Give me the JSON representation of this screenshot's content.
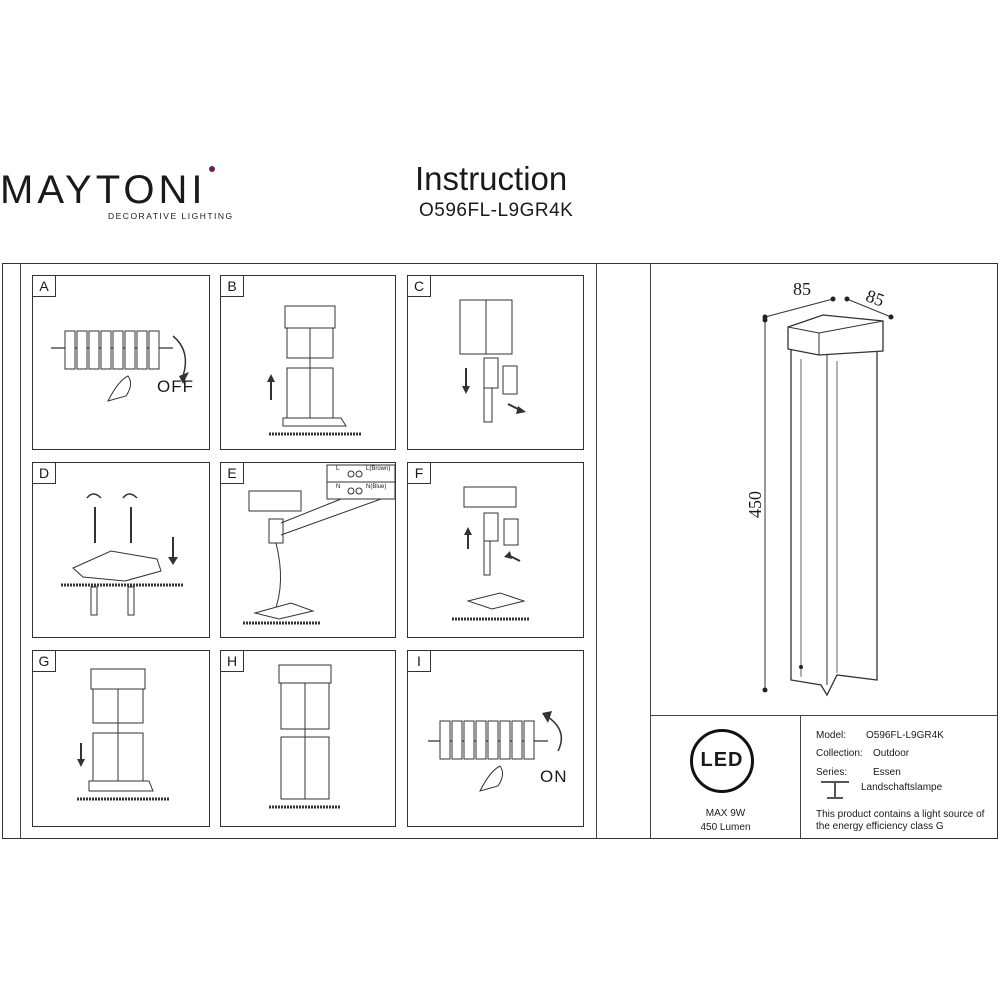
{
  "header": {
    "brand": "MAYTONI",
    "brand_sub": "DECORATIVE LIGHTING",
    "title": "Instruction",
    "model_code": "O596FL-L9GR4K"
  },
  "steps": [
    {
      "label": "A",
      "note": "OFF"
    },
    {
      "label": "B"
    },
    {
      "label": "C"
    },
    {
      "label": "D"
    },
    {
      "label": "E",
      "wire_L": "L",
      "wire_N": "N",
      "wire_L_text": "L(Brown)",
      "wire_N_text": "N(Blue)"
    },
    {
      "label": "F"
    },
    {
      "label": "G"
    },
    {
      "label": "H"
    },
    {
      "label": "I",
      "note": "ON"
    }
  ],
  "dimensions": {
    "width": "85",
    "depth": "85",
    "height": "450"
  },
  "led": {
    "badge": "LED",
    "power": "MAX 9W",
    "lumen": "450 Lumen"
  },
  "spec": {
    "model_label": "Model:",
    "model_value": "O596FL-L9GR4K",
    "collection_label": "Collection:",
    "collection_value": "Outdoor",
    "series_label": "Series:",
    "series_value": "Essen",
    "type_value": "Landschaftslampe",
    "energy_note": "This product contains a light source of the energy efficiency class G"
  }
}
